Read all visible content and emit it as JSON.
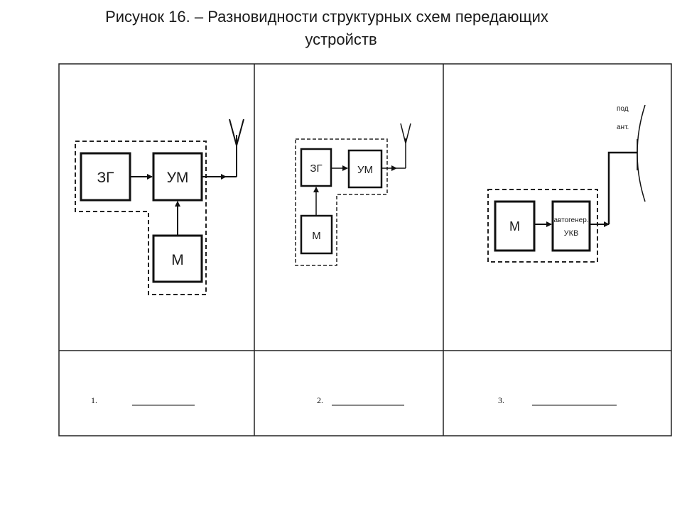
{
  "title": {
    "line1": "Рисунок 16.   – Разновидности структурных схем передающих",
    "line2": "устройств"
  },
  "schemes": [
    {
      "blocks": {
        "zg": "ЗГ",
        "um": "УМ",
        "m": "М"
      }
    },
    {
      "blocks": {
        "zg": "ЗГ",
        "um": "УМ",
        "m": "М"
      }
    },
    {
      "blocks": {
        "m": "М",
        "gen_line1": "автогенер.",
        "gen_line2": "УКВ"
      },
      "antenna_label_line1": "под",
      "antenna_label_line2": "ант."
    }
  ],
  "answers": [
    {
      "number": "1."
    },
    {
      "number": "2."
    },
    {
      "number": "3."
    }
  ]
}
